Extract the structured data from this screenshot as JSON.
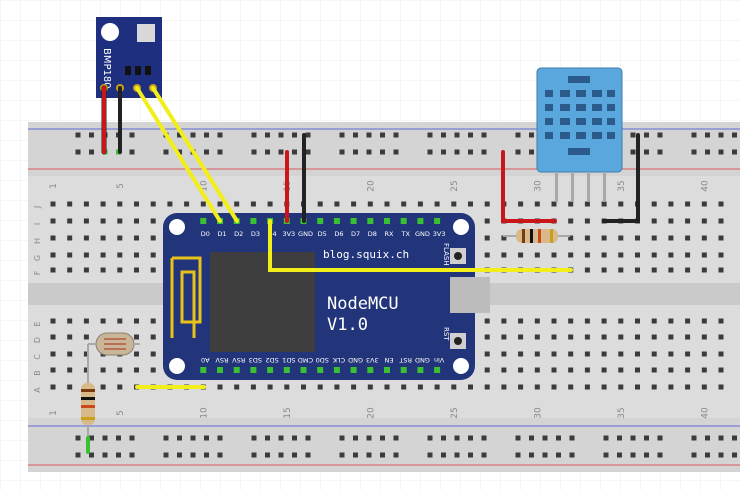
{
  "nodemcu": {
    "top_pins": [
      "D0",
      "D1",
      "D2",
      "D3",
      "D4",
      "3V3",
      "GND",
      "D5",
      "D6",
      "D7",
      "D8",
      "RX",
      "TX",
      "GND",
      "3V3"
    ],
    "bottom_pins": [
      "A0",
      "RSV",
      "RSV",
      "SD3",
      "SD2",
      "SD1",
      "CMD",
      "SD0",
      "CLK",
      "GND",
      "3V3",
      "EN",
      "RST",
      "GND",
      "Vin"
    ],
    "site": "blog.squix.ch",
    "title_line1": "NodeMCU",
    "title_line2": "V1.0",
    "flash_label": "FLASH",
    "rst_label": "RST"
  },
  "bmp180": {
    "label": "BMP180"
  },
  "breadboard": {
    "column_numbers": [
      "1",
      "5",
      "10",
      "15",
      "20",
      "25",
      "30",
      "35",
      "40"
    ],
    "upper_rows": [
      "J",
      "I",
      "H",
      "G",
      "F"
    ],
    "lower_rows": [
      "E",
      "D",
      "C",
      "B",
      "A"
    ]
  },
  "colors": {
    "board_blue": "#22357a",
    "wire_red": "#c8161a",
    "wire_black": "#222222",
    "wire_yellow": "#f2ee1a",
    "dht_blue": "#5aa7de",
    "hole_green": "#39c033"
  }
}
